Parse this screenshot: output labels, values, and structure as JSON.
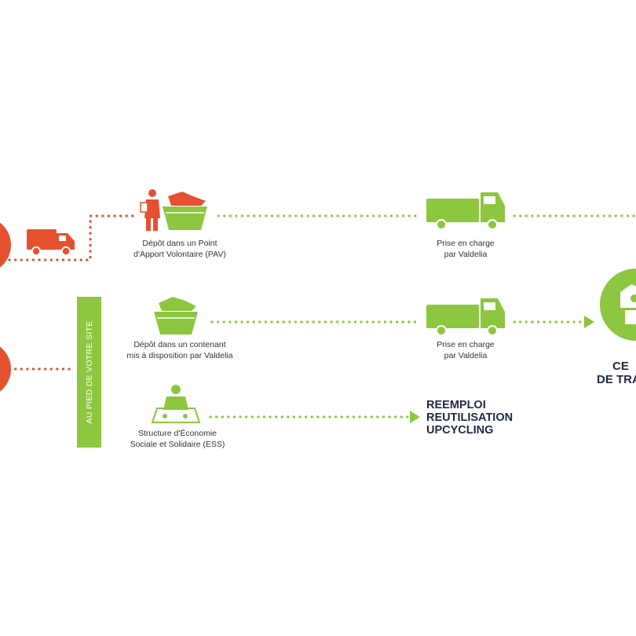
{
  "colors": {
    "orange": "#e5502f",
    "green": "#8dc63f",
    "navy": "#1e2a44",
    "text": "#333333"
  },
  "side_label": "AU PIED DE VOTRE SITE",
  "rows": [
    {
      "deposit_label": [
        "Dépôt dans un Point",
        "d'Apport Volontaire (PAV)"
      ],
      "deposit_icon": "person-with-container-icon",
      "pickup_label": [
        "Prise en charge",
        "par Valdelia"
      ],
      "pickup_icon": "truck-icon"
    },
    {
      "deposit_label": [
        "Dépôt dans un contenant",
        "mis à disposition par Valdelia"
      ],
      "deposit_icon": "container-icon",
      "pickup_label": [
        "Prise en charge",
        "par Valdelia"
      ],
      "pickup_icon": "truck-icon"
    },
    {
      "deposit_label": [
        "Structure d'Économie",
        "Sociale et Solidaire (ESS)"
      ],
      "deposit_icon": "worker-at-table-icon",
      "outcome": [
        "REEMPLOI",
        "REUTILISATION",
        "UPCYCLING"
      ]
    }
  ],
  "center_label": [
    "CE",
    "DE TRA"
  ],
  "center_icon": "treatment-plant-icon",
  "transport_icon": "delivery-van-icon"
}
